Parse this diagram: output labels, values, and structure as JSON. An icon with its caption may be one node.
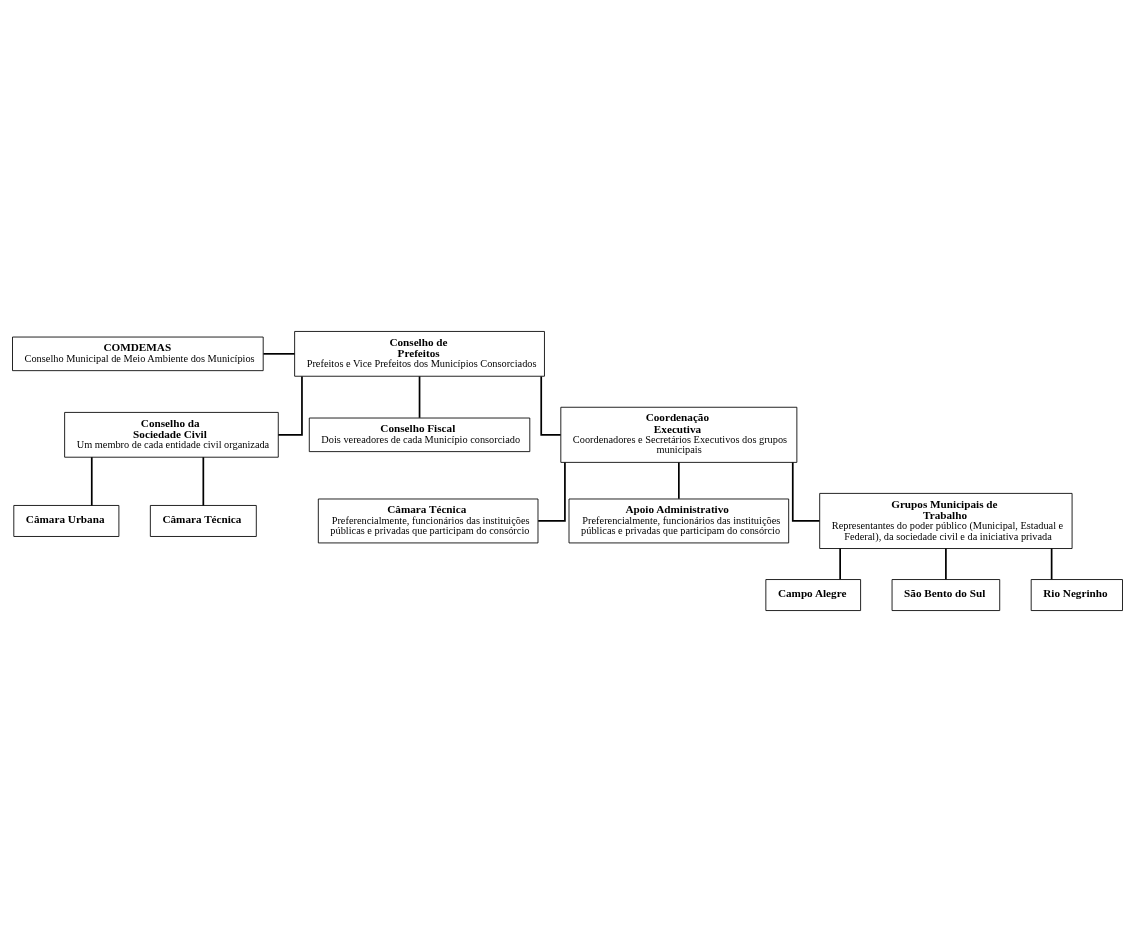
{
  "diagram": {
    "nodes": [
      {
        "text": [
          "COMDEMAS",
          "Conselho Municipal de Meio Ambiente dos Municípios"
        ]
      },
      {
        "text": [
          "Conselho de Prefeitos",
          "Prefeitos e Vice Prefeitos dos Municípios Consorciados"
        ]
      },
      {
        "text": [
          "Conselho da Sociedade Civil",
          "Um membro de cada entidade civil organizada"
        ]
      },
      {
        "text": [
          "Câmara Urbana"
        ]
      },
      {
        "text": [
          "Câmara Técnica"
        ]
      },
      {
        "text": [
          "Conselho Fiscal",
          "Dois vereadores de cada Município consorciado"
        ]
      },
      {
        "text": [
          "Coordenação Executiva",
          "Coordenadores e Secretários Executivos dos grupos municipais"
        ]
      },
      {
        "text": [
          "Câmara Técnica",
          "Preferencialmente, funcionários das instituições públicas e privadas que participam do consórcio"
        ]
      },
      {
        "text": [
          "Apoio Administrativo",
          "Preferencialmente, funcionários das instituições públicas e privadas que participam do consórcio"
        ]
      },
      {
        "text": [
          "Grupos Municipais de Trabalho",
          "Representantes do poder público (Municipal, Estadual e Federal), da sociedade civil e da iniciativa privada"
        ]
      },
      {
        "text": [
          "Campo Alegre"
        ]
      },
      {
        "text": [
          "São Bento do Sul"
        ]
      },
      {
        "text": [
          "Rio Negrinho"
        ]
      }
    ],
    "edges": [
      {
        "from": 0,
        "to": 1,
        "arrow": "none"
      },
      {
        "from": 1,
        "to": 2,
        "arrow": "none"
      },
      {
        "from": 1,
        "to": 5,
        "arrow": "none"
      },
      {
        "from": 1,
        "to": 6,
        "arrow": "none"
      },
      {
        "from": 2,
        "to": 3,
        "arrow": "none"
      },
      {
        "from": 2,
        "to": 4,
        "arrow": "none"
      },
      {
        "from": 6,
        "to": 7,
        "arrow": "none"
      },
      {
        "from": 6,
        "to": 8,
        "arrow": "none"
      },
      {
        "from": 6,
        "to": 9,
        "arrow": "none"
      },
      {
        "from": 9,
        "to": 10,
        "arrow": "none"
      },
      {
        "from": 9,
        "to": 11,
        "arrow": "none"
      },
      {
        "from": 9,
        "to": 12,
        "arrow": "none"
      }
    ]
  }
}
